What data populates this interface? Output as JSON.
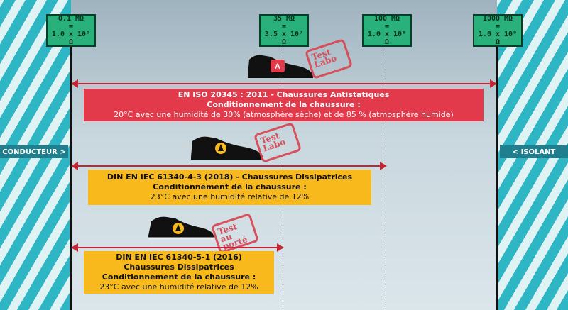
{
  "labels": {
    "l1": {
      "a": "0.1 MΩ",
      "b": "=",
      "c": "1.0 x 10⁵ Ω"
    },
    "l2": {
      "a": "35 MΩ",
      "b": "=",
      "c": "3.5 x 10⁷ Ω"
    },
    "l3": {
      "a": "100 MΩ",
      "b": "=",
      "c": "1.0 x 10⁸ Ω"
    },
    "l4": {
      "a": "1000 MΩ",
      "b": "=",
      "c": "1.0 x 10⁹ Ω"
    }
  },
  "sides": {
    "left": "CONDUCTEUR >",
    "right": "< ISOLANT"
  },
  "boxes": [
    {
      "title": "EN ISO 20345 : 2011 - Chaussures Antistatiques",
      "sub": "Conditionnement de la chaussure :",
      "body": "20°C avec une humidité de 30% (atmosphère sèche) et de 85 % (atmosphère humide)"
    },
    {
      "title": "DIN EN IEC 61340-4-3 (2018) - Chaussures Dissipatrices",
      "sub": "Conditionnement de la chaussure :",
      "body": "23°C avec une humidité relative de 12%"
    },
    {
      "title": "DIN EN IEC 61340-5-1 (2016)",
      "title2": "Chaussures Dissipatrices",
      "sub": "Conditionnement de la chaussure :",
      "body": "23°C avec une humidité relative de 12%"
    }
  ],
  "stamps": {
    "labo1": "Test Labo",
    "labo2": "Test Labo",
    "foot": "Test au porté"
  },
  "shoe_badge": "A",
  "colors": {
    "red": "#e23a4a",
    "yellow": "#f7b91c",
    "green": "#2ab07a",
    "teal": "#2fb6c4"
  }
}
